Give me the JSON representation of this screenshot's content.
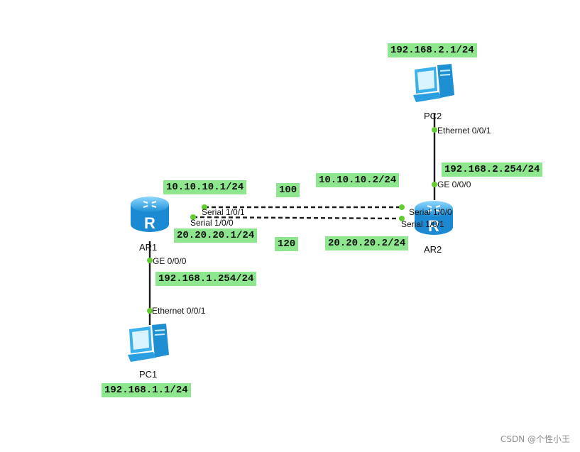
{
  "devices": {
    "ar1": {
      "name": "AR1",
      "icon": "router-icon"
    },
    "ar2": {
      "name": "AR2",
      "icon": "router-icon"
    },
    "pc1": {
      "name": "PC1",
      "icon": "pc-icon"
    },
    "pc2": {
      "name": "PC2",
      "icon": "pc-icon"
    }
  },
  "ports": {
    "ar1_s101": "Serial 1/0/1",
    "ar1_s100": "Serial 1/0/0",
    "ar1_ge000": "GE 0/0/0",
    "ar2_s100": "Serial 1/0/0",
    "ar2_s101": "Serial 1/0/1",
    "ar2_ge000": "GE 0/0/0",
    "pc1_eth": "Ethernet 0/0/1",
    "pc2_eth": "Ethernet 0/0/1"
  },
  "labels": {
    "pc2_ip": "192.168.2.1/24",
    "ar2_ge_ip": "192.168.2.254/24",
    "ar1_s101_ip": "10.10.10.1/24",
    "ar2_s100_ip": "10.10.10.2/24",
    "cost_100": "100",
    "ar1_s100_ip": "20.20.20.1/24",
    "ar2_s101_ip": "20.20.20.2/24",
    "cost_120": "120",
    "ar1_ge_ip": "192.168.1.254/24",
    "pc1_ip": "192.168.1.1/24"
  },
  "watermark": "CSDN @个性小王",
  "colors": {
    "label_bg": "#8ee68e",
    "port_dot": "#66cc33",
    "link": "#1a1a1a",
    "router": "#2aa3e6",
    "pc": "#39b3ec"
  }
}
